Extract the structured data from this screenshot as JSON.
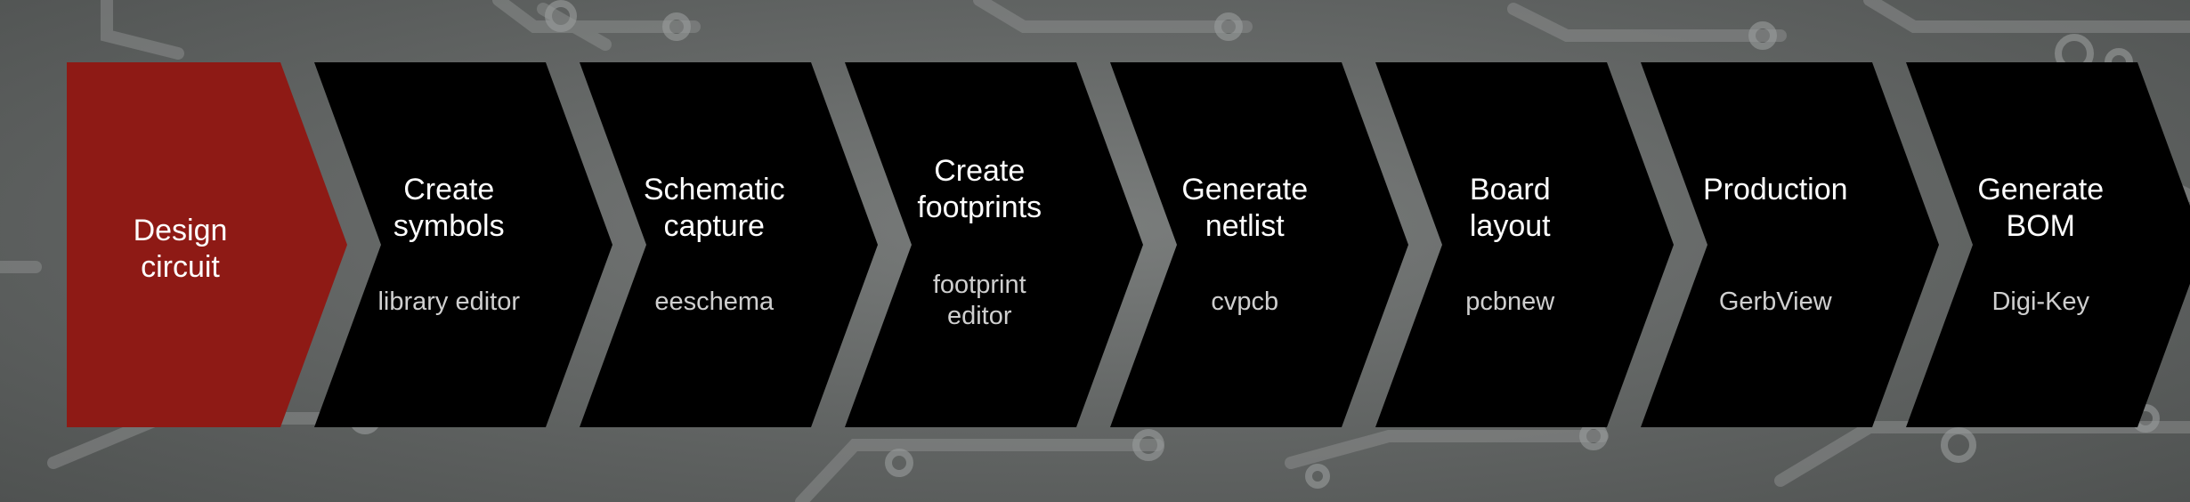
{
  "colors": {
    "active": "#8e1a15",
    "step": "#000000",
    "title_text": "#ffffff",
    "tool_text": "#cfcfcf"
  },
  "steps": [
    {
      "title": "Design\ncircuit",
      "tool": "",
      "active": true
    },
    {
      "title": "Create\nsymbols",
      "tool": "library editor",
      "active": false
    },
    {
      "title": "Schematic\ncapture",
      "tool": "eeschema",
      "active": false
    },
    {
      "title": "Create\nfootprints",
      "tool": "footprint\neditor",
      "active": false
    },
    {
      "title": "Generate\nnetlist",
      "tool": "cvpcb",
      "active": false
    },
    {
      "title": "Board\nlayout",
      "tool": "pcbnew",
      "active": false
    },
    {
      "title": "Production",
      "tool": "GerbView",
      "active": false
    },
    {
      "title": "Generate\nBOM",
      "tool": "Digi-Key",
      "active": false
    }
  ]
}
